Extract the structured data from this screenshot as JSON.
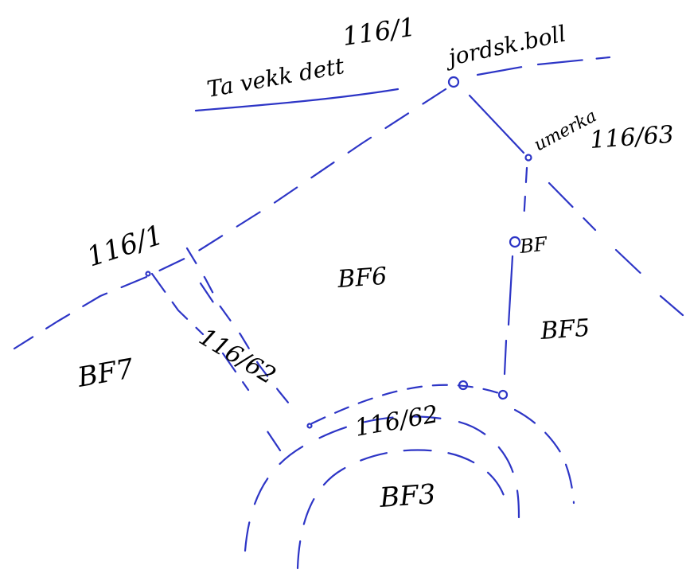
{
  "colors": {
    "paper": "#ffffff",
    "ink": "#2d35c6"
  },
  "labels": {
    "parcel_top_center": "116/1",
    "landmark_name": "jordsk.boll",
    "note_line": "Ta vekk dett",
    "marker_name": "umerka",
    "parcel_top_right": "116/63",
    "parcel_left": "116/1",
    "point_bf": "BF",
    "area_bf6": "BF6",
    "area_bf5": "BF5",
    "parcel_left_lower": "116/62",
    "area_bf7": "BF7",
    "parcel_bottom": "116/62",
    "area_bf3": "BF3"
  }
}
